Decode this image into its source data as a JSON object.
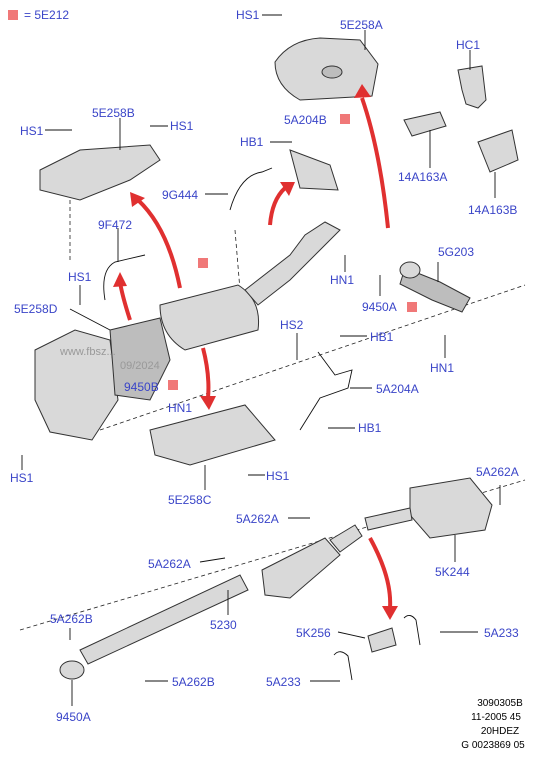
{
  "legend": {
    "text": "= 5E212",
    "color": "#f07878"
  },
  "labels": {
    "hs1_top": "HS1",
    "e258a": "5E258A",
    "hc1": "HC1",
    "e258b": "5E258B",
    "hs1_b_left": "HS1",
    "hs1_b_right": "HS1",
    "a204b": "5A204B",
    "hb1_top": "HB1",
    "a14a163a": "14A163A",
    "g9g444": "9G444",
    "a14a163b": "14A163B",
    "f9f472": "9F472",
    "g5g203": "5G203",
    "hn1_mid": "HN1",
    "hs1_left": "HS1",
    "e258d": "5E258D",
    "a9450a_mid": "9450A",
    "hs2": "HS2",
    "hb1_mid": "HB1",
    "hn1_right": "HN1",
    "a9450b": "9450B",
    "a204a": "5A204A",
    "hn1_left": "HN1",
    "hb1_low": "HB1",
    "hs1_bl": "HS1",
    "hs1_br": "HS1",
    "e258c": "5E258C",
    "a262a_r": "5A262A",
    "a262a_m": "5A262A",
    "k244": "5K244",
    "a262a_l": "5A262A",
    "n5230": "5230",
    "a262b_l": "5A262B",
    "a233_r": "5A233",
    "k256": "5K256",
    "a233_l": "5A233",
    "a262b_b": "5A262B",
    "a9450a_b": "9450A"
  },
  "footer": {
    "line1": "3090305B",
    "line2": "11-2005 45",
    "line3": "20HDEZ",
    "line4": "G 0023869 05"
  },
  "watermark": {
    "line1": "www.fbsz...",
    "line2": "09/2024"
  },
  "colors": {
    "label": "#3a45c8",
    "arrow": "#e03030",
    "marker": "#f07878"
  }
}
